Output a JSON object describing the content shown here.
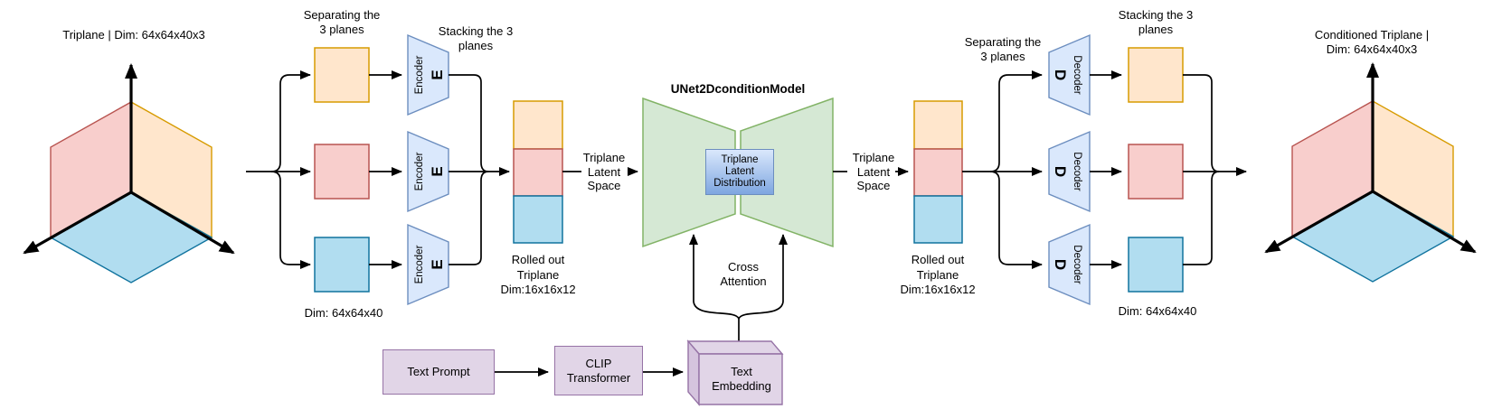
{
  "diagram": {
    "titles": {
      "left_triplane": "Triplane | Dim: 64x64x40x3",
      "right_triplane": "Conditioned Triplane | Dim: 64x64x40x3",
      "unet": "UNet2DconditionModel"
    },
    "labels": {
      "separating_planes": "Separating the\n3 planes",
      "stacking_planes": "Stacking the 3\nplanes",
      "plane_dim": "Dim: 64x64x40",
      "rolled_out": "Rolled out\nTriplane\nDim:16x16x12",
      "latent_space": "Triplane\nLatent\nSpace",
      "cross_attention": "Cross\nAttention",
      "latent_distribution": "Triplane\nLatent\nDistribution"
    },
    "encoder": {
      "name": "Encoder",
      "letter": "E"
    },
    "decoder": {
      "name": "Decoder",
      "letter": "D"
    },
    "text_pipeline": {
      "prompt": "Text Prompt",
      "clip": "CLIP\nTransformer",
      "embedding": "Text\nEmbedding"
    },
    "colors": {
      "plane_orange_fill": "#FFE6CC",
      "plane_orange_stroke": "#D79B00",
      "plane_pink_fill": "#F8CECC",
      "plane_pink_stroke": "#B85450",
      "plane_blue_fill": "#B1DDF0",
      "plane_blue_stroke": "#10739E",
      "coder_fill": "#DAE8FC",
      "coder_stroke": "#6C8EBF",
      "unet_fill": "#D5E8D4",
      "unet_stroke": "#82B366",
      "purple_fill": "#E1D5E7",
      "purple_stroke": "#9673A6",
      "latent_gradient_top": "#DAE8FC",
      "latent_gradient_bottom": "#7EA6E0",
      "line": "#000000"
    }
  }
}
